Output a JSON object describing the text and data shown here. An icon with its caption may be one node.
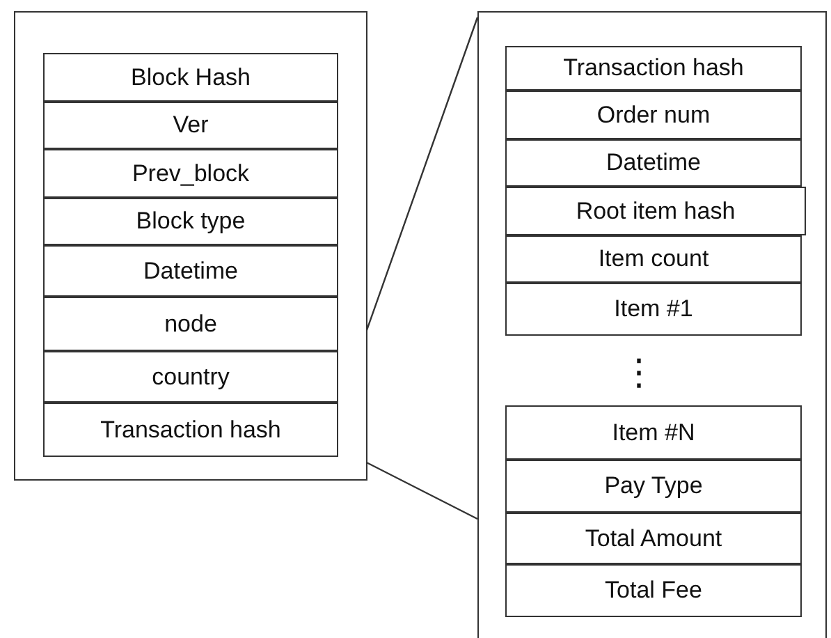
{
  "diagram": {
    "nodes": [
      {
        "text": [],
        "shape": "box"
      },
      {
        "text": [
          "Block Hash"
        ],
        "in": 0
      },
      {
        "text": [
          "Ver"
        ],
        "in": 0
      },
      {
        "text": [
          "Prev_block"
        ],
        "in": 0
      },
      {
        "text": [
          "Block type"
        ],
        "in": 0
      },
      {
        "text": [
          "Datetime"
        ],
        "in": 0
      },
      {
        "text": [
          "node"
        ],
        "in": 0
      },
      {
        "text": [
          "country"
        ],
        "in": 0
      },
      {
        "text": [
          "Transaction hash"
        ],
        "in": 0
      },
      {
        "text": [],
        "shape": "box"
      },
      {
        "text": [
          "Transaction hash"
        ],
        "in": 9
      },
      {
        "text": [
          "Order num"
        ],
        "in": 9
      },
      {
        "text": [
          "Datetime"
        ],
        "in": 9
      },
      {
        "text": [
          "Root item hash"
        ],
        "in": 9
      },
      {
        "text": [
          "Item count"
        ],
        "in": 9
      },
      {
        "text": [
          "Item #1"
        ],
        "in": 9
      },
      {
        "text": [
          "Item #N"
        ],
        "in": 9
      },
      {
        "text": [
          "Pay Type"
        ],
        "in": 9
      },
      {
        "text": [
          "Total Amount"
        ],
        "in": 9
      },
      {
        "text": [
          "Total Fee"
        ],
        "in": 9
      }
    ],
    "edges": [
      {
        "from": 8,
        "to": 9,
        "arrow": "none"
      },
      {
        "from": 8,
        "to": 9,
        "arrow": "none"
      }
    ],
    "labels": [
      "⋮"
    ]
  }
}
